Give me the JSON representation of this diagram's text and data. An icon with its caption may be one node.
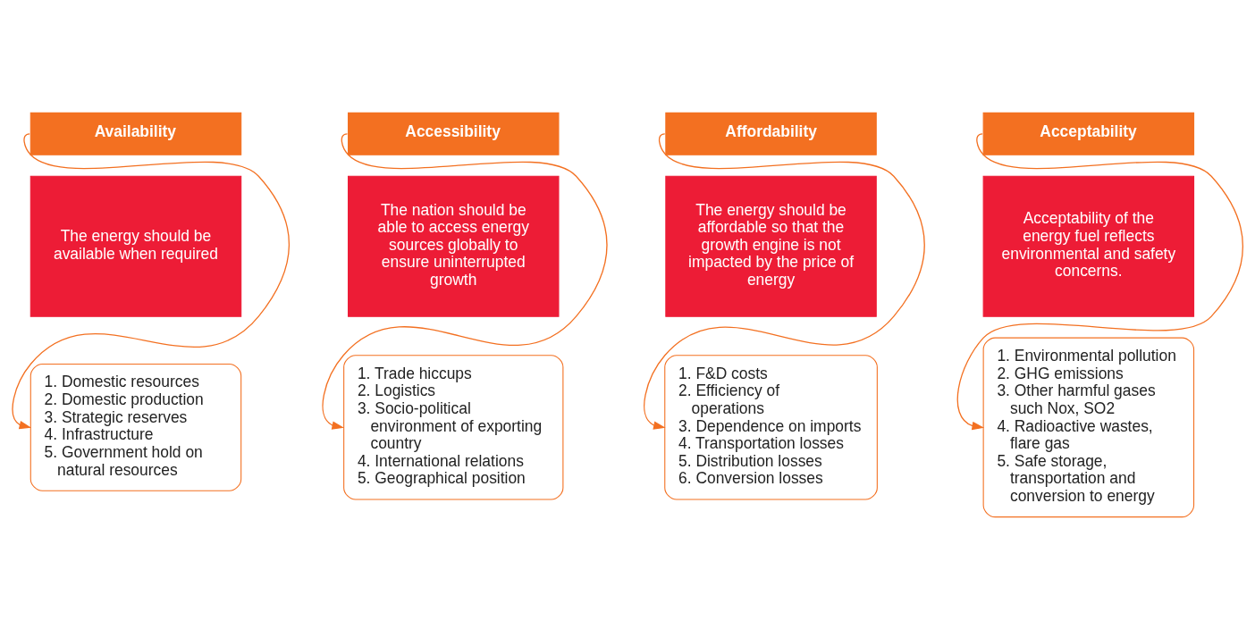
{
  "diagram": {
    "nodes": [
      {
        "text": [
          "Availability"
        ]
      },
      {
        "text": [
          "The energy should be available when required"
        ]
      },
      {
        "text": [
          "1. Domestic resources",
          "2. Domestic production",
          "3. Strategic reserves",
          "4. Infrastructure",
          "5. Government hold on natural resources"
        ]
      },
      {
        "text": [
          "Accessibility"
        ]
      },
      {
        "text": [
          "The nation should be able to access energy sources globally to ensure uninterrupted growth"
        ]
      },
      {
        "text": [
          "1. Trade hiccups",
          "2. Logistics",
          "3. Socio-political environment of exporting country",
          "4. International relations",
          "5. Geographical position"
        ]
      },
      {
        "text": [
          "Affordability"
        ]
      },
      {
        "text": [
          "The energy should be affordable so that the growth engine is not impacted by the price of energy"
        ]
      },
      {
        "text": [
          "1. F&D costs",
          "2. Efficiency of operations",
          "3. Dependence on imports",
          "4. Transportation losses",
          "5. Distribution losses",
          "6. Conversion losses"
        ]
      },
      {
        "text": [
          "Acceptability"
        ]
      },
      {
        "text": [
          "Acceptability of the energy fuel reflects environmental and safety concerns."
        ]
      },
      {
        "text": [
          "1. Environmental pollution",
          "2. GHG emissions",
          "3. Other harmful gases such Nox, SO2",
          "4. Radioactive wastes, flare gas",
          "5. Safe storage, transportation and conversion to energy"
        ]
      }
    ],
    "edges": [
      {
        "from": 0,
        "to": 2,
        "arrow": "to"
      },
      {
        "from": 3,
        "to": 5,
        "arrow": "to"
      },
      {
        "from": 6,
        "to": 8,
        "arrow": "to"
      },
      {
        "from": 9,
        "to": 11,
        "arrow": "to"
      }
    ]
  }
}
